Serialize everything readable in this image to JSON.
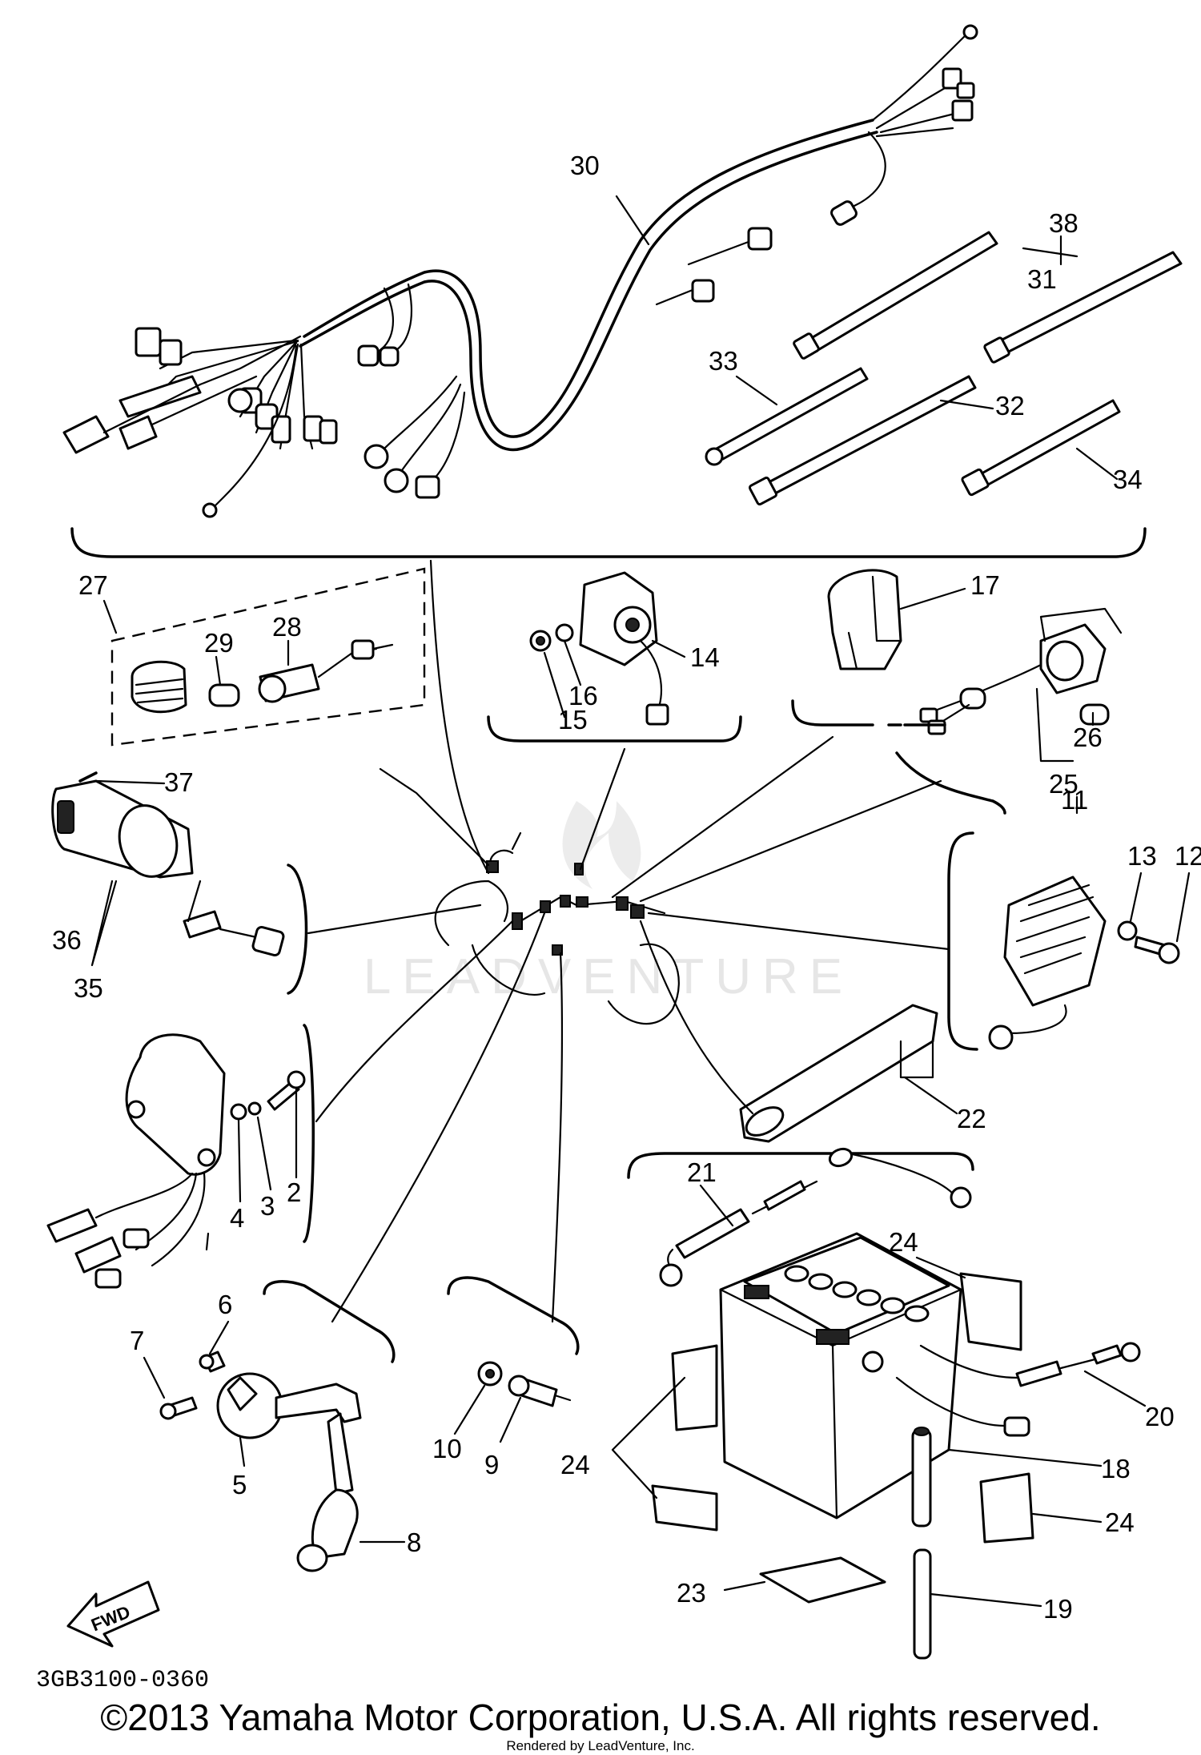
{
  "diagram": {
    "drawing_code": "3GB3100-0360",
    "watermark": "LEADVENTURE",
    "copyright": "©2013 Yamaha Motor Corporation, U.S.A. All rights reserved.",
    "rendered_by": "Rendered by LeadVenture, Inc.",
    "fwd_label": "FWD",
    "callouts": [
      {
        "id": "c30",
        "text": "30"
      },
      {
        "id": "c38",
        "text": "38"
      },
      {
        "id": "c31",
        "text": "31"
      },
      {
        "id": "c33",
        "text": "33"
      },
      {
        "id": "c32",
        "text": "32"
      },
      {
        "id": "c34",
        "text": "34"
      },
      {
        "id": "c27",
        "text": "27"
      },
      {
        "id": "c29",
        "text": "29"
      },
      {
        "id": "c28",
        "text": "28"
      },
      {
        "id": "c14",
        "text": "14"
      },
      {
        "id": "c16",
        "text": "16"
      },
      {
        "id": "c15",
        "text": "15"
      },
      {
        "id": "c17",
        "text": "17"
      },
      {
        "id": "c26",
        "text": "26"
      },
      {
        "id": "c25",
        "text": "25"
      },
      {
        "id": "c37",
        "text": "37"
      },
      {
        "id": "c36",
        "text": "36"
      },
      {
        "id": "c35",
        "text": "35"
      },
      {
        "id": "c11",
        "text": "11"
      },
      {
        "id": "c13",
        "text": "13"
      },
      {
        "id": "c12",
        "text": "12"
      },
      {
        "id": "c2",
        "text": "2"
      },
      {
        "id": "c3",
        "text": "3"
      },
      {
        "id": "c4",
        "text": "4"
      },
      {
        "id": "c22",
        "text": "22"
      },
      {
        "id": "c21",
        "text": "21"
      },
      {
        "id": "c24a",
        "text": "24"
      },
      {
        "id": "c6",
        "text": "6"
      },
      {
        "id": "c7",
        "text": "7"
      },
      {
        "id": "c5",
        "text": "5"
      },
      {
        "id": "c10",
        "text": "10"
      },
      {
        "id": "c9",
        "text": "9"
      },
      {
        "id": "c24b",
        "text": "24"
      },
      {
        "id": "c20",
        "text": "20"
      },
      {
        "id": "c18",
        "text": "18"
      },
      {
        "id": "c24c",
        "text": "24"
      },
      {
        "id": "c8",
        "text": "8"
      },
      {
        "id": "c23",
        "text": "23"
      },
      {
        "id": "c19",
        "text": "19"
      }
    ]
  }
}
